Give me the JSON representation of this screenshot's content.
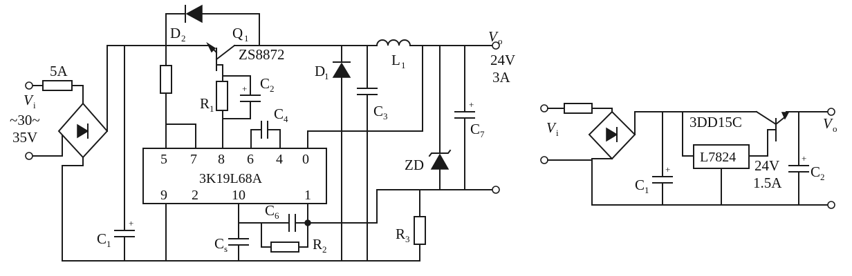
{
  "left_circuit": {
    "fuse": "5A",
    "vin": {
      "sym": "V",
      "sub": "i",
      "range1": "~30~",
      "range2": "35V"
    },
    "d2": {
      "sym": "D",
      "sub": "2"
    },
    "q1": {
      "sym": "Q",
      "sub": "1",
      "part": "ZS8872"
    },
    "r1": {
      "sym": "R",
      "sub": "1"
    },
    "c2": {
      "sym": "C",
      "sub": "2",
      "plus": "+"
    },
    "c4": {
      "sym": "C",
      "sub": "4"
    },
    "d1": {
      "sym": "D",
      "sub": "1"
    },
    "l1": {
      "sym": "L",
      "sub": "1"
    },
    "c3": {
      "sym": "C",
      "sub": "3"
    },
    "vout": {
      "sym": "V",
      "sub": "o",
      "voltage": "24V",
      "current": "3A"
    },
    "c7": {
      "sym": "C",
      "sub": "7",
      "plus": "+"
    },
    "zd": "ZD",
    "ic": {
      "name": "3K19L68A",
      "pins_top": [
        "5",
        "7",
        "8",
        "6",
        "4",
        "0"
      ],
      "pins_bottom": [
        "9",
        "2",
        "10",
        "1"
      ]
    },
    "c6": {
      "sym": "C",
      "sub": "6"
    },
    "cs": {
      "sym": "C",
      "sub": "s"
    },
    "r2": {
      "sym": "R",
      "sub": "2"
    },
    "r3": {
      "sym": "R",
      "sub": "3"
    },
    "c1": {
      "sym": "C",
      "sub": "1",
      "plus": "+"
    }
  },
  "right_circuit": {
    "vin": {
      "sym": "V",
      "sub": "i"
    },
    "transistor": "3DD15C",
    "regulator": "L7824",
    "c1": {
      "sym": "C",
      "sub": "1",
      "plus": "+"
    },
    "output": {
      "voltage": "24V",
      "current": "1.5A"
    },
    "c2": {
      "sym": "C",
      "sub": "2",
      "plus": "+"
    },
    "vout": {
      "sym": "V",
      "sub": "o"
    }
  }
}
